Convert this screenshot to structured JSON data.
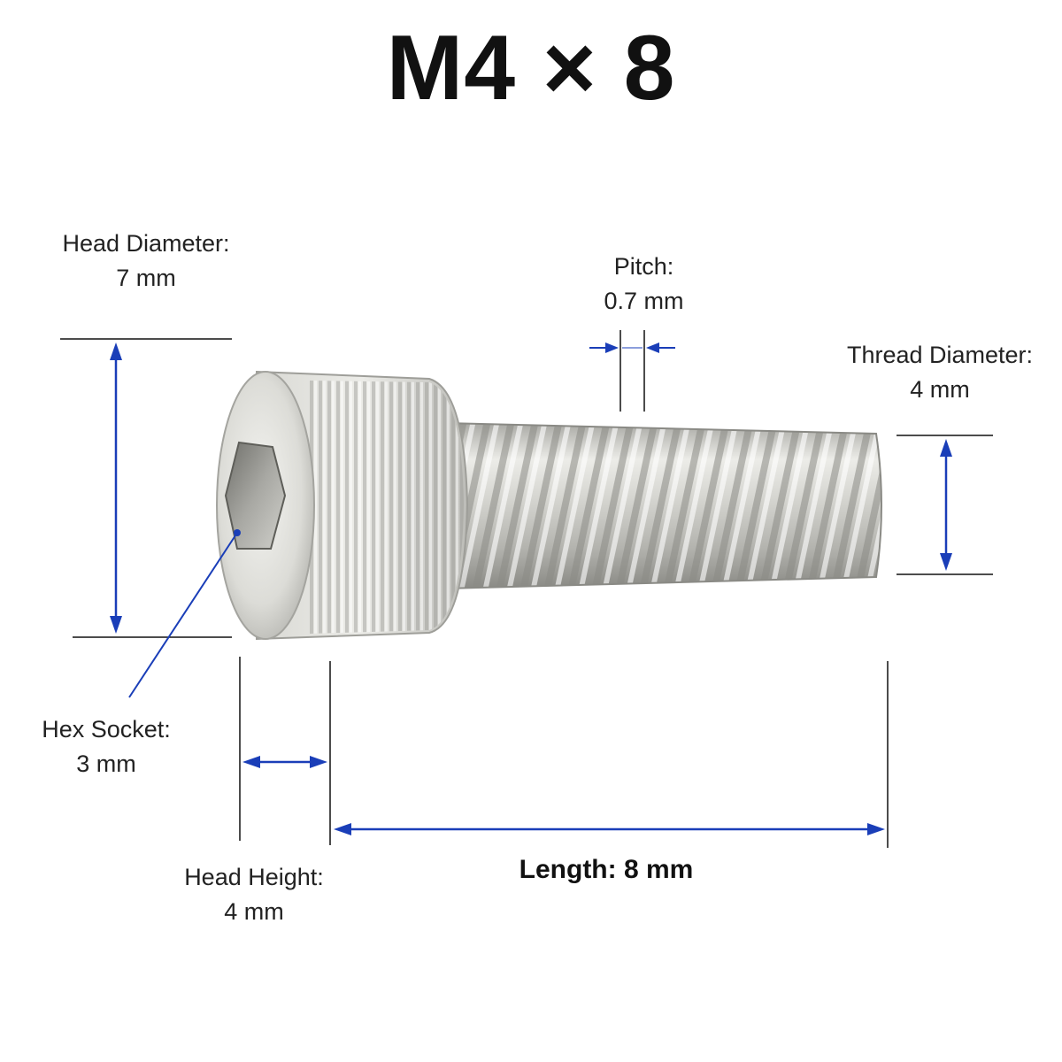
{
  "title": "M4 × 8",
  "colors": {
    "dimension_arrow": "#1a3eb8",
    "extension_line": "#111111",
    "steel_light": "#eeeeea",
    "steel_mid": "#c9c9c4",
    "steel_dark": "#8d8d88"
  },
  "dimensions": {
    "head_diameter": {
      "label": "Head Diameter:",
      "value": "7 mm"
    },
    "pitch": {
      "label": "Pitch:",
      "value": "0.7 mm"
    },
    "thread_diameter": {
      "label": "Thread Diameter:",
      "value": "4 mm"
    },
    "hex_socket": {
      "label": "Hex Socket:",
      "value": "3 mm"
    },
    "head_height": {
      "label": "Head Height:",
      "value": "4 mm"
    },
    "length": {
      "label": "Length: 8 mm"
    }
  },
  "icons": [
    "socket-cap-screw-icon",
    "hex-socket-icon"
  ]
}
